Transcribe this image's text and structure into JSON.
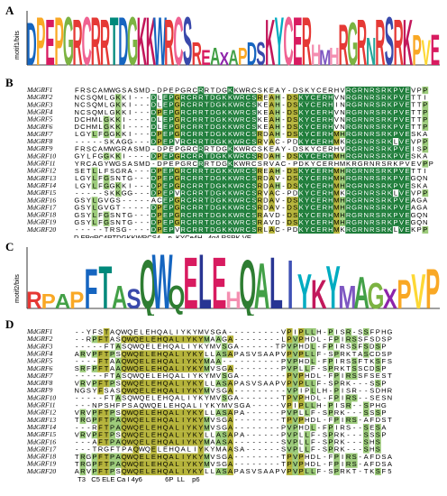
{
  "panels": {
    "A": {
      "letter": "A",
      "ylabel": "motif1/bits",
      "logo": [
        [
          "D",
          "#1565c0"
        ],
        [
          "P",
          "#f9a825"
        ],
        [
          "E",
          "#d81b60"
        ],
        [
          "P",
          "#f9a825"
        ],
        [
          "G",
          "#7cb342"
        ],
        [
          "R",
          "#e53935"
        ],
        [
          "C",
          "#f06292"
        ],
        [
          "R",
          "#e53935"
        ],
        [
          "R",
          "#e53935"
        ],
        [
          "T",
          "#00897b"
        ],
        [
          "D",
          "#1565c0"
        ],
        [
          "G",
          "#7cb342"
        ],
        [
          "K",
          "#c2185b"
        ],
        [
          "K",
          "#c2185b"
        ],
        [
          "W",
          "#1565c0"
        ],
        [
          "R",
          "#e53935"
        ],
        [
          "C",
          "#f06292"
        ],
        [
          "S",
          "#3949ab"
        ],
        [
          "R",
          "#e53935"
        ],
        [
          "E",
          "#d81b60"
        ],
        [
          "A",
          "#43a047"
        ],
        [
          "X",
          "#8e24aa"
        ],
        [
          "A",
          "#43a047"
        ],
        [
          "P",
          "#f9a825"
        ],
        [
          "D",
          "#1565c0"
        ],
        [
          "S",
          "#3949ab"
        ],
        [
          "K",
          "#c2185b"
        ],
        [
          "Y",
          "#00acc1"
        ],
        [
          "C",
          "#f06292"
        ],
        [
          "E",
          "#d81b60"
        ],
        [
          "R",
          "#e53935"
        ],
        [
          "H",
          "#f48fb1"
        ],
        [
          "M",
          "#7e57c2"
        ],
        [
          "H",
          "#f48fb1"
        ],
        [
          "R",
          "#e53935"
        ],
        [
          "G",
          "#7cb342"
        ],
        [
          "R",
          "#e53935"
        ],
        [
          "N",
          "#26a69a"
        ],
        [
          "R",
          "#e53935"
        ],
        [
          "S",
          "#3949ab"
        ],
        [
          "R",
          "#e53935"
        ],
        [
          "K",
          "#c2185b"
        ],
        [
          "P",
          "#f9a825"
        ],
        [
          "V",
          "#fdd835"
        ],
        [
          "E",
          "#d81b60"
        ]
      ]
    },
    "B": {
      "letter": "B",
      "names": [
        "MdGRF1",
        "MdGRF2",
        "MdGRF3",
        "MdGRF4",
        "MdGRF5",
        "MdGRF6",
        "MdGRF7",
        "MdGRF8",
        "MdGRF9",
        "MdGRF10",
        "MdGRF11",
        "MdGRF12",
        "MdGRF13",
        "MdGRF14",
        "MdGRF15",
        "MdGRF16",
        "MdGRF17",
        "MdGRF18",
        "MdGRF19",
        "MdGRF20"
      ],
      "seqs": [
        "FRSCAMWGSASMD-DPEPGRCRRTDGKKWRCSKEAY-DSKYCERHVRGRNRSRKPVEVPP",
        "NCSQMLGKKI---DLEPGRCRRTDGKKWRCSREAH-DSKYCERHVNRGRNRSRKPVETTI",
        "NCSQMLGKKI---DLEPGRCRRTDGKKWRCSKEAH-DSKYCERHINRGRNRSRKPVETTP",
        "NCSQMLGKKI---DPEPGRCRRTDGKKWRCSKEAH-DSKYCERHVNRGRNRSRKPVETTP",
        "DCHMLGKKI----DLEPGRCRRTDGKKWRCSKEAH-DSKYCERHVNRGRNRSRKPVETTP",
        "DCHMLGKKI----DLEPGRCRRTDGKKWRCSKEAH-DSKYCERHVNRGRNRSRKPVETTP",
        "LGYLFGGKKI---DPEPGRCRRTDGKKWRCSRDAH-DSKYCERHMHRGRNRSRKPVESKA",
        "-----SKAGG---DPEPVRCRRTDGKKWRCSRVAC-PDKYCERHMKRGRNRSRKLVEVPP",
        "FRSCAMWGRASMD-DPEPGRCRRTDGKKWRCSKEAY-DSKYCERHVRGRNRSRKPVEISP",
        "GYLFGGKKI----DPEPGRCRRTDGKKWRCSRDAH-DSKYCERHMHRGRNRSRKPVESKA",
        "YRCAGYWGSASMD-DPEPGRCRRTDGKKWRCSRVAC-PDKYCERHMKRGRNRSRKPVEVPP",
        "SETLLFSGRA---DPEPGRCRRTDGKKWRCSREAH-DSKYCERHMHRGRNRSRKPVETTI",
        "LGYLFGSNTG---DPEPGRCRRTDGKKWRCSRDAV-DSKYCERHMHRGRNRSRKPVEGQN",
        "LGYLFGGKKI---DPEPGRCRRTDGKKWRCSRDAH-DSKYCERHMHRGRNRSRKPVESKA",
        "-----SKKGG---DPEPVRCRRTDGKKWRCSRVAC-PDKYCERHMKRGRNRSRKLVEVPP",
        "GSYLGVGS-----ACEPGRCRRTDGKKWRCSRDAV-DSKYCERHMHRGRNRSRKPVEAGA",
        "GSYLGVGT-----DPEPGRCRRTDGKKWRCSRDAV-DSKYCERHMHRGRNRSRKPVEAGA",
        "GSYLFGSNTG---DPEPGRCRRTDGKKWRCSRAVD-DSKYCERHMHRGRNRSRKPVEGQN",
        "GSYLFGSNTG---DPEPGRCRRTDGKKWRCSRAVD-DSKYCERHMHRGRNRSRKPVEGQN",
        "-----TRSG----DPEPVRCRRTDGKKWRCSRLAC-PDKYCERHMKRGRNRSRKLVEKPP"
      ],
      "consensus": "D EPgRC4RTDGKKWRCS4    p  KYCe4H   4g4 RSRK VE"
    },
    "C": {
      "letter": "C",
      "ylabel": "motif2/bits",
      "logo": [
        [
          "R",
          "#e53935"
        ],
        [
          "P",
          "#f9a825"
        ],
        [
          "A",
          "#43a047"
        ],
        [
          "P",
          "#f9a825"
        ],
        [
          "F",
          "#1565c0"
        ],
        [
          "T",
          "#00897b"
        ],
        [
          "A",
          "#43a047"
        ],
        [
          "S",
          "#3949ab"
        ],
        [
          "Q",
          "#2e7d32"
        ],
        [
          "W",
          "#1565c0"
        ],
        [
          "Q",
          "#2e7d32"
        ],
        [
          "E",
          "#d81b60"
        ],
        [
          "L",
          "#283593"
        ],
        [
          "E",
          "#d81b60"
        ],
        [
          "H",
          "#f48fb1"
        ],
        [
          "Q",
          "#2e7d32"
        ],
        [
          "A",
          "#43a047"
        ],
        [
          "L",
          "#283593"
        ],
        [
          "I",
          "#3f51b5"
        ],
        [
          "Y",
          "#00acc1"
        ],
        [
          "K",
          "#c2185b"
        ],
        [
          "Y",
          "#00acc1"
        ],
        [
          "M",
          "#7e57c2"
        ],
        [
          "A",
          "#43a047"
        ],
        [
          "G",
          "#7cb342"
        ],
        [
          "X",
          "#8e24aa"
        ],
        [
          "P",
          "#f9a825"
        ],
        [
          "V",
          "#fdd835"
        ],
        [
          "P",
          "#f9a825"
        ]
      ]
    },
    "D": {
      "letter": "D",
      "names": [
        "MdGRF1",
        "MdGRF2",
        "MdGRF3",
        "MdGRF4",
        "MdGRF5",
        "MdGRF6",
        "MdGRF7",
        "MdGRF8",
        "MdGRF9",
        "MdGRF10",
        "MdGRF11",
        "MdGRF12",
        "MdGRF13",
        "MdGRF14",
        "MdGRF15",
        "MdGRF16",
        "MdGRF17",
        "MdGRF18",
        "MdGRF19",
        "MdGRF20"
      ],
      "seqs": [
        "--YFSTAQWQELEHQALIYKYMVSGA---------VPIPLLH-PISR-SSFPHG",
        "--RPFTASQWQELEHQALIYKYMAAGA--------LPVPHDL-FPIRSSFSDSP",
        "-----FTASQWQELEHQALIYKYMVSGA------TPVPHDL-FPIRSSFSDSP",
        "ARVPFTPSQWQELEHQALIYKYLLASAPASVSAAPVPVPLLF-SPRKTASCDSP",
        "----FTAAQWQELEHQALIYKYMAA----------PVPHDL-FPIRSSFTKSFS",
        "SRFPFTAAQWQELEHQALIYKYMVSGA--------PVPLLF-SPRKTSSCDSP",
        "-----FTASQWQELEHQALIYKYMVSGA--------PVPHDL-FPIRSSFSEST",
        "VRVPFTPSQWQELEHQALIYKYLLASAPASVSAAPVPVPLLF-SPRK---SSP",
        "NGSYFSASQWQELEHQALIYKYMVSGA---------VPIPLLH-PISR--SDHR",
        "-----FTASQWQELEHQALIYKYMVSGA-------TPVPHDL-FPIRS--SESN",
        "---NPSHFPSAQWQELEHQALIYKYMVSGA-----VPIPLLH-PISR--SPHG",
        "VRVPFTPSQWQELEHQALIYKYLLASAPA------PVPLLF-SPRK---SSSP",
        "TRGPFTPAQWQELEHQALIYKYMVSGA--------TPVPHDL-FPIRS-AFDST",
        "---RFTPAQWQELEHQALIYKYMVSGA--------PVPHDL-FPIRS--SESA",
        "VRVPFTPSQWQELEHQALIYKYLLASAPA------PVPLLF-SPRK---SSSP",
        "---AFTPAQWQELEHQALIYKYMAASA--------SVPLLF-SPRK---SHS",
        "---TRGFTPAQWQELEHQALIYKYMAASA------SVPLLF-SPRK---SHS",
        "TRGPFTPAQWQELEHQALIYKYMVSGA--------TPVPHDL-FPIRS-AFDSA",
        "TRGPFTPAQWQELEHQALIYKYMVSGA--------TPVPHDL-FPIRS-AFDSA",
        "ARVPFTPSQWQELEHQALIYKYLLASAPASVSAAPVPVPLLF-SPRKT-TKSF5"
      ],
      "consensus": "  T3   C5 ELE Ca I 4y6            6P  LL    p6"
    }
  }
}
